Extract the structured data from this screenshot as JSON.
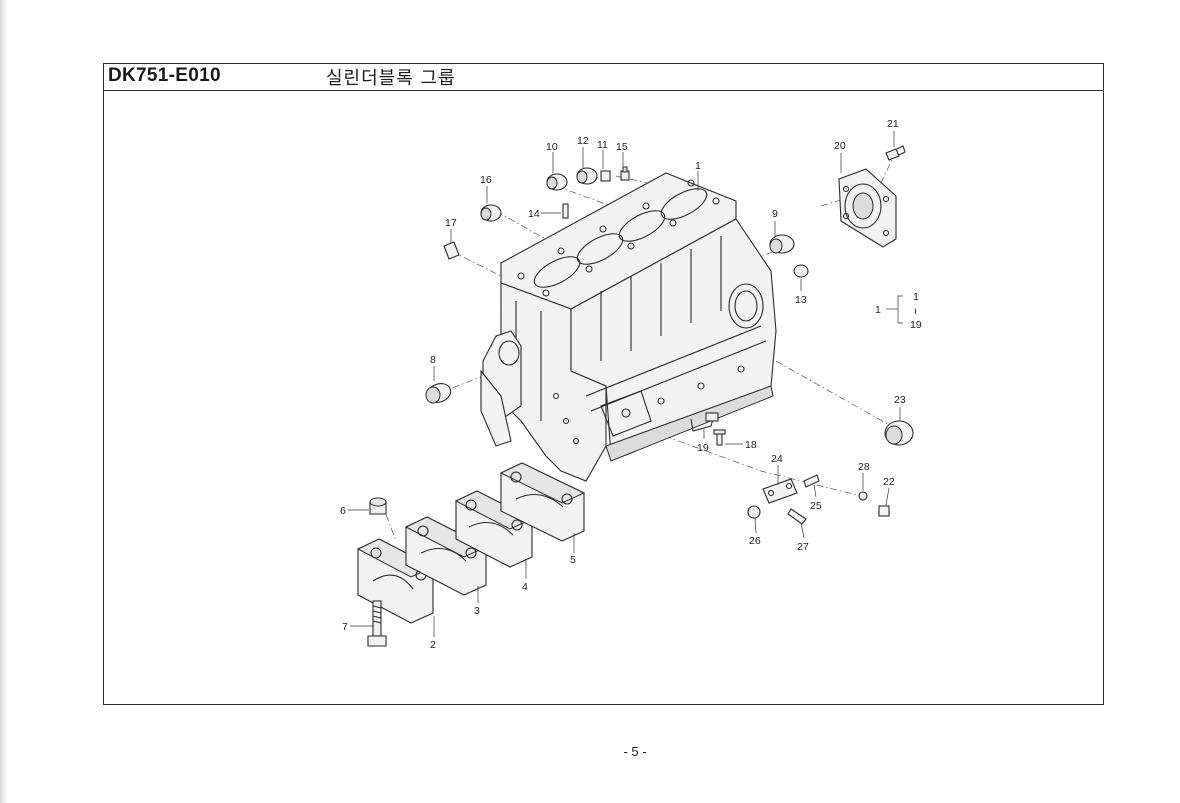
{
  "header": {
    "code": "DK751-E010",
    "title": "실린더블록 그룹"
  },
  "callouts": [
    {
      "id": "c1",
      "label": "1"
    },
    {
      "id": "c2",
      "label": "2"
    },
    {
      "id": "c3",
      "label": "3"
    },
    {
      "id": "c4",
      "label": "4"
    },
    {
      "id": "c5",
      "label": "5"
    },
    {
      "id": "c6",
      "label": "6"
    },
    {
      "id": "c7",
      "label": "7"
    },
    {
      "id": "c8",
      "label": "8"
    },
    {
      "id": "c9",
      "label": "9"
    },
    {
      "id": "c10",
      "label": "10"
    },
    {
      "id": "c11",
      "label": "11"
    },
    {
      "id": "c12",
      "label": "12"
    },
    {
      "id": "c13",
      "label": "13"
    },
    {
      "id": "c14",
      "label": "14"
    },
    {
      "id": "c15",
      "label": "15"
    },
    {
      "id": "c16",
      "label": "16"
    },
    {
      "id": "c17",
      "label": "17"
    },
    {
      "id": "c18",
      "label": "18"
    },
    {
      "id": "c19",
      "label": "19"
    },
    {
      "id": "c20",
      "label": "20"
    },
    {
      "id": "c21",
      "label": "21"
    },
    {
      "id": "c22",
      "label": "22"
    },
    {
      "id": "c23",
      "label": "23"
    },
    {
      "id": "c24",
      "label": "24"
    },
    {
      "id": "c25",
      "label": "25"
    },
    {
      "id": "c26",
      "label": "26"
    },
    {
      "id": "c27",
      "label": "27"
    },
    {
      "id": "c28",
      "label": "28"
    }
  ],
  "legend": {
    "parent": "1",
    "top": "1",
    "mid": "ı",
    "bottom": "19"
  },
  "footer": {
    "page": "- 5 -"
  }
}
